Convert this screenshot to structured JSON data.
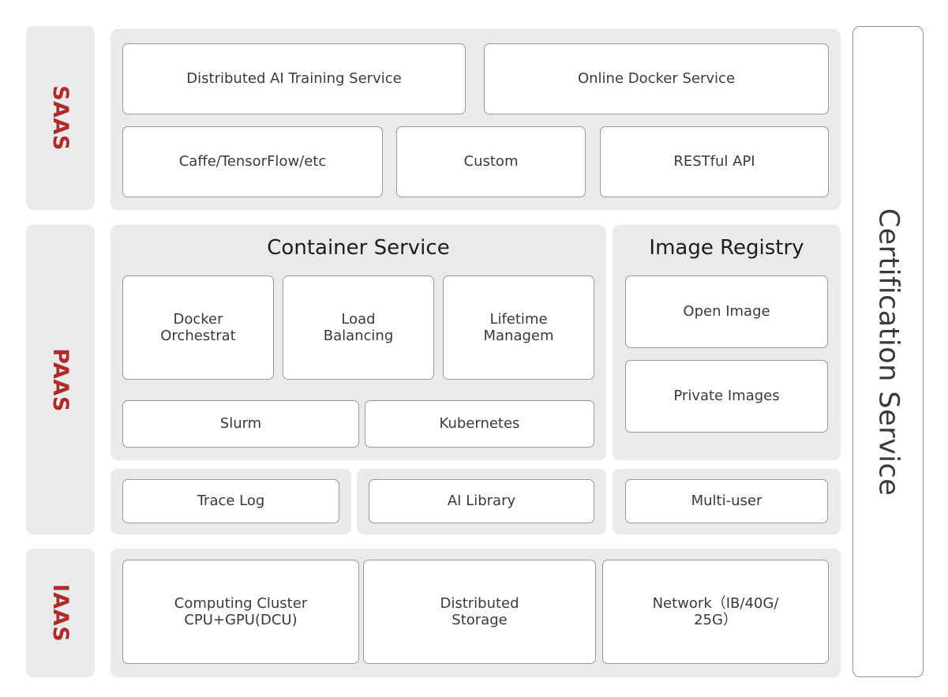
{
  "diagram": {
    "title_hidden": "",
    "accent_color": "#b02a2a",
    "panel_color": "#eaeaea",
    "box_border_color": "#9a9a9a",
    "text_color": "#3a3a3a"
  },
  "tiers": [
    {
      "id": "saas",
      "label": "SAAS"
    },
    {
      "id": "paas",
      "label": "PAAS"
    },
    {
      "id": "iaas",
      "label": "IAAS"
    }
  ],
  "saas": {
    "row1": [
      {
        "label": "Distributed AI Training Service"
      },
      {
        "label": "Online Docker Service"
      }
    ],
    "row2": [
      {
        "label": "Caffe/TensorFlow/etc"
      },
      {
        "label": "Custom"
      },
      {
        "label": "RESTful API"
      }
    ]
  },
  "paas": {
    "container_service": {
      "heading": "Container Service",
      "row1": [
        {
          "label": "Docker\nOrchestrat"
        },
        {
          "label": "Load\nBalancing"
        },
        {
          "label": "Lifetime\nManagem"
        }
      ],
      "row2": [
        {
          "label": "Slurm"
        },
        {
          "label": "Kubernetes"
        }
      ]
    },
    "image_registry": {
      "heading": "Image Registry",
      "items": [
        {
          "label": "Open Image"
        },
        {
          "label": "Private Images"
        }
      ]
    },
    "bottom_row": [
      {
        "label": "Trace Log"
      },
      {
        "label": "AI Library"
      },
      {
        "label": "Multi-user"
      }
    ]
  },
  "iaas": {
    "items": [
      {
        "label": "Computing Cluster\nCPU+GPU(DCU)"
      },
      {
        "label": "Distributed\nStorage"
      },
      {
        "label": "Network（IB/40G/\n25G）"
      }
    ]
  },
  "certification": {
    "label": "Certification Service"
  }
}
